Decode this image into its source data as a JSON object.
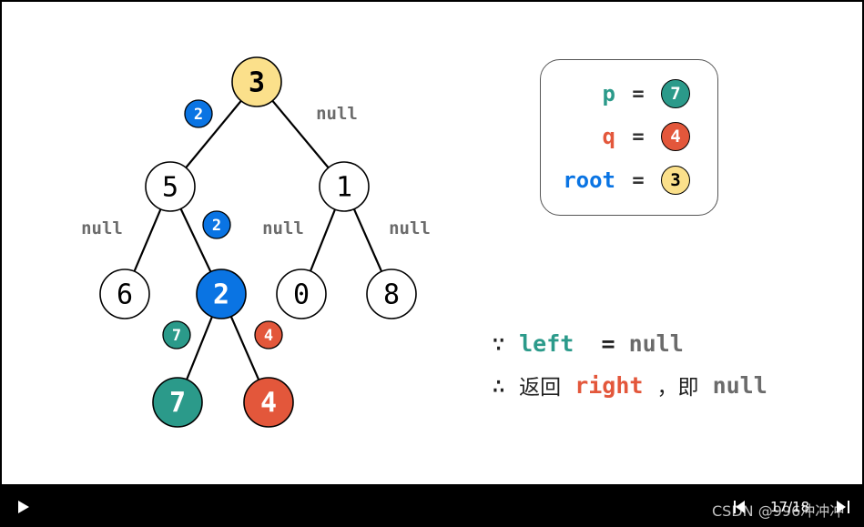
{
  "colors": {
    "yellow": "#fbe08b",
    "blue": "#0a74e3",
    "green": "#2b9a8a",
    "red": "#e3573b",
    "gray_text": "#6b6b6b"
  },
  "tree": {
    "nodes": [
      {
        "id": "n3",
        "value": "3",
        "fill": "yellow",
        "text_color": "dark",
        "bold": true
      },
      {
        "id": "n5",
        "value": "5",
        "fill": "white",
        "text_color": "dark",
        "bold": false
      },
      {
        "id": "n1",
        "value": "1",
        "fill": "white",
        "text_color": "dark",
        "bold": false
      },
      {
        "id": "n6",
        "value": "6",
        "fill": "white",
        "text_color": "dark",
        "bold": false
      },
      {
        "id": "n2",
        "value": "2",
        "fill": "blue",
        "text_color": "light",
        "bold": true
      },
      {
        "id": "n0",
        "value": "0",
        "fill": "white",
        "text_color": "dark",
        "bold": false
      },
      {
        "id": "n8",
        "value": "8",
        "fill": "white",
        "text_color": "dark",
        "bold": false
      },
      {
        "id": "n7",
        "value": "7",
        "fill": "green",
        "text_color": "light",
        "bold": true
      },
      {
        "id": "n4",
        "value": "4",
        "fill": "red",
        "text_color": "light",
        "bold": true
      }
    ],
    "edges": [
      {
        "from": "n3",
        "to": "n5"
      },
      {
        "from": "n3",
        "to": "n1"
      },
      {
        "from": "n5",
        "to": "n6"
      },
      {
        "from": "n5",
        "to": "n2"
      },
      {
        "from": "n1",
        "to": "n0"
      },
      {
        "from": "n1",
        "to": "n8"
      },
      {
        "from": "n2",
        "to": "n7"
      },
      {
        "from": "n2",
        "to": "n4"
      }
    ],
    "return_badges": [
      {
        "edge": "n3-n5",
        "value": "2",
        "fill": "blue"
      },
      {
        "edge": "n5-n2",
        "value": "2",
        "fill": "blue"
      },
      {
        "edge": "n2-n7",
        "value": "7",
        "fill": "green"
      },
      {
        "edge": "n2-n4",
        "value": "4",
        "fill": "red"
      }
    ],
    "null_labels": [
      {
        "edge": "n3-n1",
        "text": "null"
      },
      {
        "edge": "n5-n6",
        "text": "null"
      },
      {
        "edge": "n1-n0",
        "text": "null"
      },
      {
        "edge": "n1-n8",
        "text": "null"
      }
    ]
  },
  "legend": [
    {
      "name": "p",
      "eq": "=",
      "value": "7",
      "color": "green"
    },
    {
      "name": "q",
      "eq": "=",
      "value": "4",
      "color": "red"
    },
    {
      "name": "root",
      "eq": "=",
      "value": "3",
      "color": "blue",
      "value_fill": "yellow"
    }
  ],
  "explanation": {
    "line1": {
      "because": "∵",
      "left_kw": "left",
      "eq": "=",
      "null_kw": "null"
    },
    "line2": {
      "therefore": "∴",
      "return_cn": "返回",
      "right_kw": "right",
      "comma_cn": "，即",
      "null_kw": "null"
    }
  },
  "player": {
    "counter": "17/18",
    "watermark": "CSDN @996冲冲冲"
  }
}
